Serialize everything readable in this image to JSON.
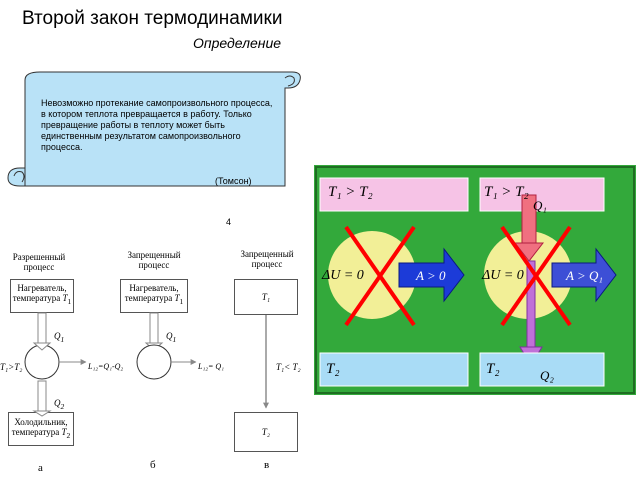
{
  "slide": {
    "title": "Второй закон  термодинамики",
    "subtitle": "Определение"
  },
  "definition": {
    "text": "Невозможно протекание самопроизвольного процесса, в котором теплота превращается в работу. Только превращение работы в теплоту может быть единственным результатом самопроизвольного процесса.",
    "author": "(Томсон)",
    "stray_char": "4"
  },
  "schemes": {
    "a": {
      "caption": "Разрешенный процесс",
      "hot_label": "Нагреватель, температура",
      "hot_sym": "T",
      "hot_sub": "1",
      "q_in": "Q",
      "q_in_sub": "1",
      "cond": "T₁>T₂",
      "body": "Рабочее тело",
      "q_out": "Q",
      "q_out_sub": "2",
      "cold_label": "Холодильник, температура",
      "cold_sym": "T",
      "cold_sub": "2",
      "letter": "а"
    },
    "b": {
      "caption": "Запрещенный процесс",
      "hot_label": "Нагреватель, температура",
      "hot_sym": "T",
      "hot_sub": "1",
      "q_in": "Q",
      "q_in_sub": "1",
      "work_left": "L₁₂=Q₁-Q₂",
      "body": "Рабочее тело",
      "work_right": "L₁₂= Q₁",
      "letter": "б"
    },
    "v": {
      "caption": "Запрещенный процесс",
      "top": "T₁",
      "cond": "T₁< T₂",
      "bottom": "T₂",
      "letter": "в"
    }
  },
  "right_panel": {
    "left": {
      "top": "T₁ > T₂",
      "du": "ΔU = 0",
      "work": "A > 0",
      "bottom": "T₂"
    },
    "right": {
      "top": "T₁ > T₂",
      "q1": "Q₁",
      "du": "ΔU = 0",
      "work": "A > Q₁",
      "bottom": "T₂",
      "q2": "Q₂"
    }
  },
  "colors": {
    "scroll_fill": "#b9e2f7",
    "pink_box": "#f6c3e6",
    "blue_box": "#a9dcf6",
    "panel_green": "#33a93b",
    "circle": "#f2ef97",
    "arrow_blue": "#1c3bd8",
    "cross_red": "#ff0000"
  }
}
